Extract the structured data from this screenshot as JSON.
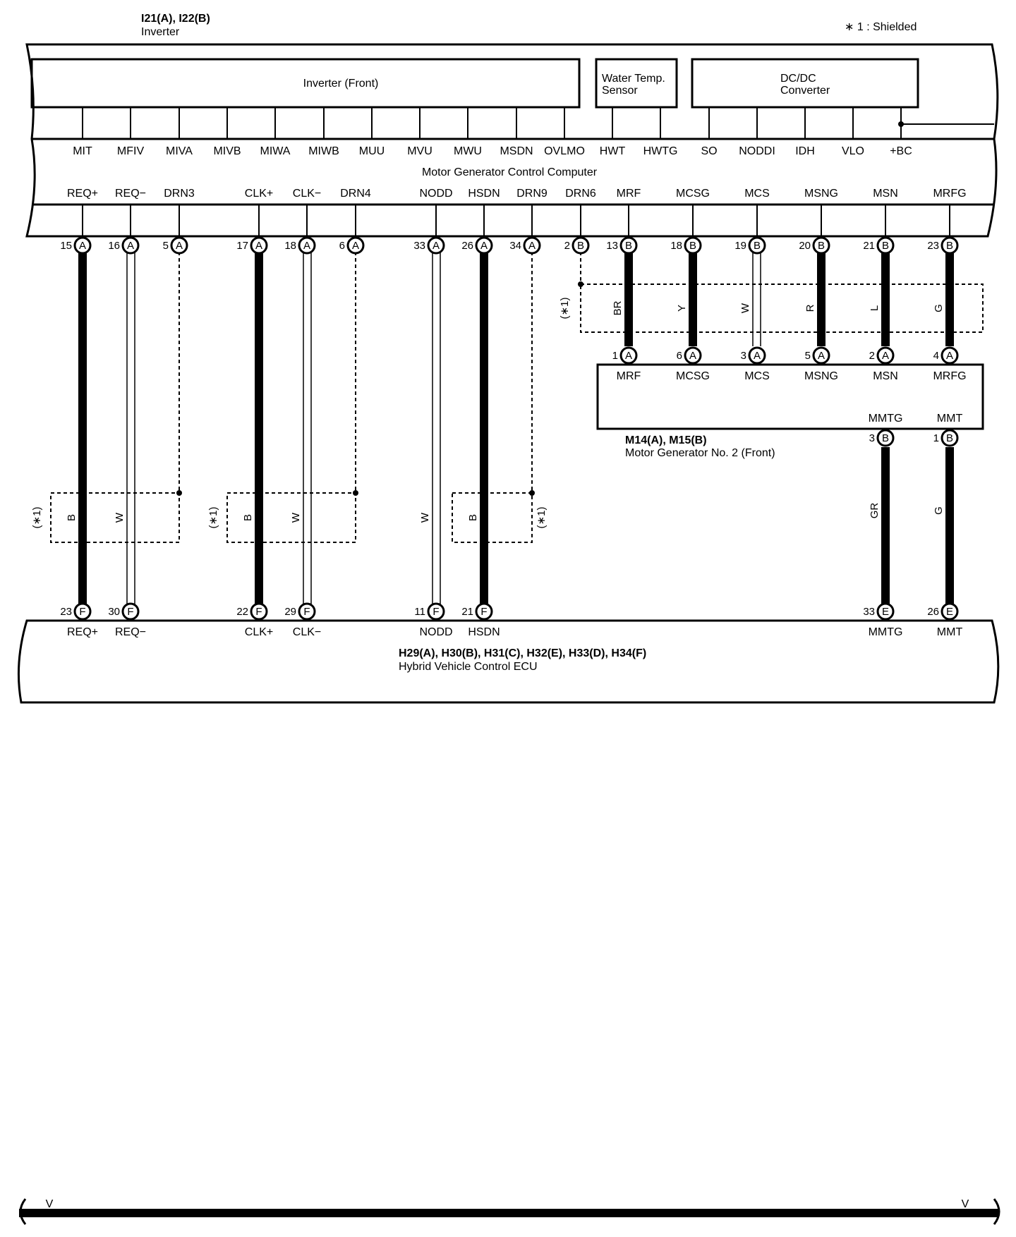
{
  "note": "∗ 1 : Shielded",
  "inverter": {
    "code": "I21(A), I22(B)",
    "name": "Inverter",
    "inner_boxes": [
      "Inverter (Front)",
      "Water Temp.\nSensor",
      "DC/DC\nConverter"
    ],
    "top_terminals": [
      "MIT",
      "MFIV",
      "MIVA",
      "MIVB",
      "MIWA",
      "MIWB",
      "MUU",
      "MVU",
      "MWU",
      "MSDN",
      "OVLMO",
      "HWT",
      "HWTG",
      "SO",
      "NODDI",
      "IDH",
      "VLO",
      "+BC"
    ],
    "computer_label": "Motor Generator Control Computer",
    "bottom_terminals": [
      "REQ+",
      "REQ−",
      "DRN3",
      "CLK+",
      "CLK−",
      "DRN4",
      "NODD",
      "HSDN",
      "DRN9",
      "DRN6",
      "MRF",
      "MCSG",
      "MCS",
      "MSNG",
      "MSN",
      "MRFG"
    ],
    "pins": [
      {
        "num": "15",
        "conn": "A"
      },
      {
        "num": "16",
        "conn": "A"
      },
      {
        "num": "5",
        "conn": "A"
      },
      {
        "num": "17",
        "conn": "A"
      },
      {
        "num": "18",
        "conn": "A"
      },
      {
        "num": "6",
        "conn": "A"
      },
      {
        "num": "33",
        "conn": "A"
      },
      {
        "num": "26",
        "conn": "A"
      },
      {
        "num": "34",
        "conn": "A"
      },
      {
        "num": "2",
        "conn": "B"
      },
      {
        "num": "13",
        "conn": "B"
      },
      {
        "num": "18",
        "conn": "B"
      },
      {
        "num": "19",
        "conn": "B"
      },
      {
        "num": "20",
        "conn": "B"
      },
      {
        "num": "21",
        "conn": "B"
      },
      {
        "num": "23",
        "conn": "B"
      }
    ]
  },
  "shield_label": "(∗1)",
  "upper_wire_colors": [
    "BR",
    "Y",
    "W",
    "R",
    "L",
    "G"
  ],
  "motor_gen": {
    "code": "M14(A), M15(B)",
    "name": "Motor Generator No. 2 (Front)",
    "top_pins": [
      {
        "num": "1",
        "conn": "A"
      },
      {
        "num": "6",
        "conn": "A"
      },
      {
        "num": "3",
        "conn": "A"
      },
      {
        "num": "5",
        "conn": "A"
      },
      {
        "num": "2",
        "conn": "A"
      },
      {
        "num": "4",
        "conn": "A"
      }
    ],
    "top_terminals": [
      "MRF",
      "MCSG",
      "MCS",
      "MSNG",
      "MSN",
      "MRFG"
    ],
    "bottom_terminals": [
      "MMTG",
      "MMT"
    ],
    "bottom_pins": [
      {
        "num": "3",
        "conn": "B"
      },
      {
        "num": "1",
        "conn": "B"
      }
    ]
  },
  "lower_wire_colors": [
    "B",
    "W",
    "B",
    "W",
    "W",
    "B",
    "GR",
    "G"
  ],
  "ecu": {
    "code": "H29(A), H30(B), H31(C), H32(E), H33(D), H34(F)",
    "name": "Hybrid Vehicle Control ECU",
    "pins": [
      {
        "num": "23",
        "conn": "F"
      },
      {
        "num": "30",
        "conn": "F"
      },
      {
        "num": "22",
        "conn": "F"
      },
      {
        "num": "29",
        "conn": "F"
      },
      {
        "num": "11",
        "conn": "F"
      },
      {
        "num": "21",
        "conn": "F"
      },
      {
        "num": "33",
        "conn": "E"
      },
      {
        "num": "26",
        "conn": "E"
      }
    ],
    "terminals": [
      "REQ+",
      "REQ−",
      "CLK+",
      "CLK−",
      "NODD",
      "HSDN",
      "MMTG",
      "MMT"
    ]
  },
  "bottom_bar": {
    "left_mark": "V",
    "right_mark": "V"
  }
}
